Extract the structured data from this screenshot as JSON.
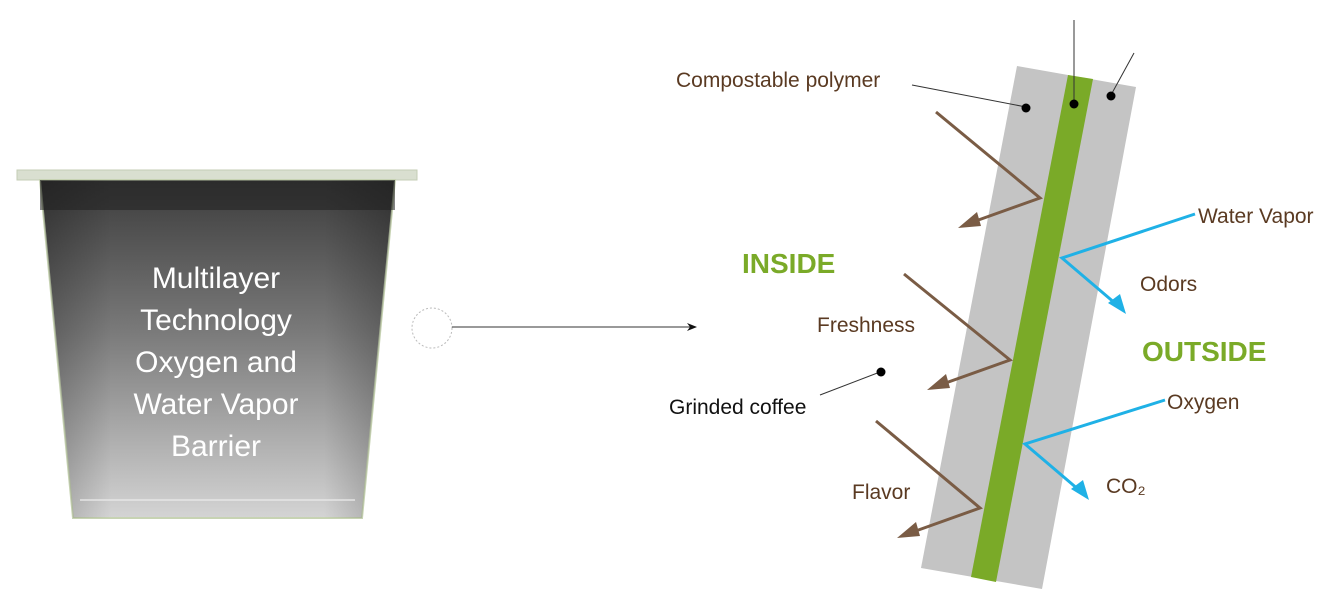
{
  "cup": {
    "lines": [
      "Multilayer",
      "Technology",
      "Oxygen and",
      "Water Vapor",
      "Barrier"
    ]
  },
  "labels": {
    "compostable_polymer": "Compostable polymer",
    "inside": "INSIDE",
    "outside": "OUTSIDE",
    "freshness": "Freshness",
    "grinded_coffee": "Grinded coffee",
    "flavor": "Flavor",
    "water_vapor": "Water Vapor",
    "odors": "Odors",
    "oxygen": "Oxygen",
    "co2": "CO₂"
  },
  "colors": {
    "barrier_layer": "#7aaa28",
    "polymer_layer": "#c4c4c4",
    "inward_arrow": "#7a5c45",
    "outward_arrow": "#1fb1e6",
    "inside_outside_text": "#7aaa28",
    "label_text": "#5a3a22"
  }
}
